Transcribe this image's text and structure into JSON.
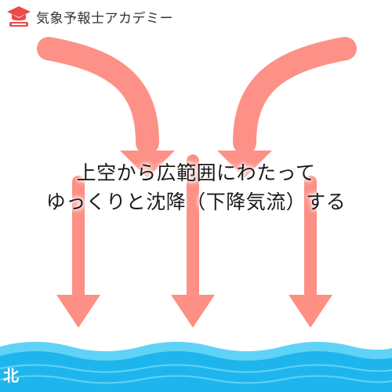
{
  "brand": {
    "name": "気象予報士アカデミー",
    "logo_icon": "graduation-cap-icon"
  },
  "caption": {
    "line1": "上空から広範囲にわたって",
    "line2": "ゆっくりと沈降（下降気流）する"
  },
  "region_label": "北",
  "colors": {
    "arrow": "#fd9187",
    "arrow_small": "#fd8f84",
    "wave_front": "#1eb5ec",
    "wave_back": "#5fd3f6",
    "logo_red": "#e84c4c"
  },
  "icons": {
    "curved_arrows": "curved-down-arrow-icon",
    "straight_arrows": "down-arrow-icon",
    "ocean": "wave-icon"
  }
}
